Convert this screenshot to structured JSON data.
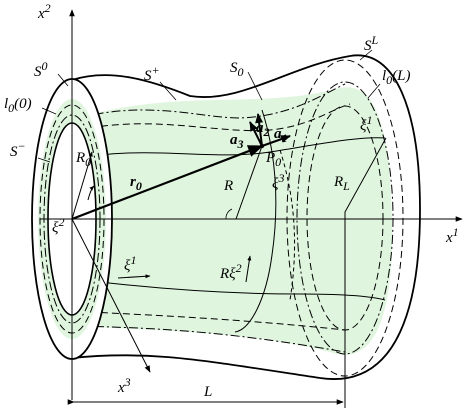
{
  "labels": {
    "x2": "x",
    "x2_sup": "2",
    "x1": "x",
    "x1_sup": "1",
    "x3": "x",
    "x3_sup": "3",
    "S0_left": "S",
    "S0_left_sup": "0",
    "l00": "l",
    "l00_sub": "0",
    "l00_tail": "(0)",
    "S_minus": "S",
    "S_minus_sup": "−",
    "S_plus": "S",
    "S_plus_sup": "+",
    "S0_top": "S",
    "S0_top_sub": "0",
    "SL": "S",
    "SL_sup": "L",
    "l0L": "l",
    "l0L_sub": "0",
    "l0L_tail": "(L)",
    "xi1_right": "ξ",
    "xi1_right_sup": "1",
    "R0": "R",
    "R0_sub": "0",
    "r0": "r",
    "r0_sub": "0",
    "xi2": "ξ",
    "xi2_sup": "2",
    "a2": "a",
    "a2_sub": "2",
    "a3": "a",
    "a3_sub": "3",
    "a1": "a",
    "a1_sub": "1",
    "P0": "P",
    "P0_sub": "0",
    "R": "R",
    "xi3": "ξ",
    "xi3_sup": "3",
    "RL": "R",
    "RL_sub": "L",
    "xi1_left": "ξ",
    "xi1_left_sup": "1",
    "Rxi2": "Rξ",
    "Rxi2_sup": "2",
    "L": "L"
  },
  "colors": {
    "fill": "#dff5de",
    "stroke": "#000000"
  }
}
